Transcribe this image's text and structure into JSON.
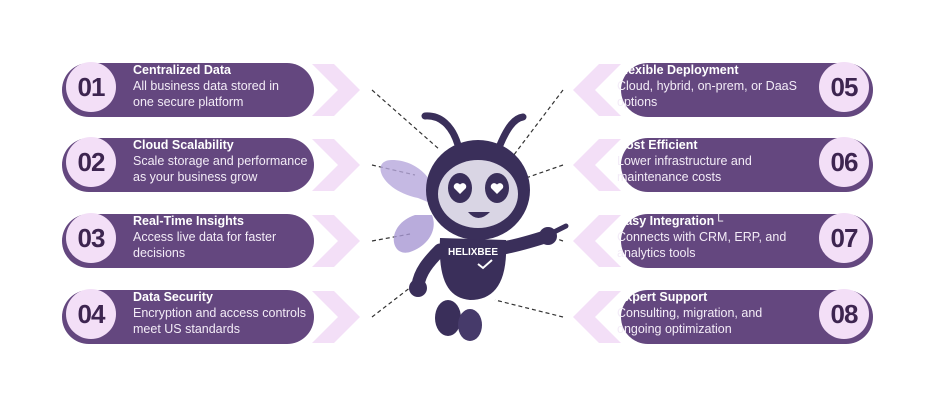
{
  "colors": {
    "pill": "#64477f",
    "badge": "#f3dff7",
    "chevron": "#f3dff7",
    "mascot": "#3a2f5a"
  },
  "mascot": {
    "label": "HELIXBEE"
  },
  "left_items": [
    {
      "number": "01",
      "title": "Centralized Data",
      "desc": [
        "All business data stored in",
        "one secure platform"
      ]
    },
    {
      "number": "02",
      "title": "Cloud Scalability",
      "desc": [
        "Scale storage and performance",
        "as your business grow"
      ]
    },
    {
      "number": "03",
      "title": "Real-Time Insights",
      "desc": [
        "Access live data for faster",
        "decisions"
      ]
    },
    {
      "number": "04",
      "title": "Data Security",
      "desc": [
        "Encryption and access controls",
        "meet US standards"
      ]
    }
  ],
  "right_items": [
    {
      "number": "05",
      "title": "Flexible Deployment",
      "desc": [
        "Cloud, hybrid, on-prem, or DaaS",
        "options"
      ]
    },
    {
      "number": "06",
      "title": "Cost Efficient",
      "desc": [
        "Lower infrastructure and",
        "maintenance costs"
      ]
    },
    {
      "number": "07",
      "title": "Easy Integration└",
      "desc": [
        "Connects with CRM, ERP, and",
        "analytics tools"
      ]
    },
    {
      "number": "08",
      "title": "Expert Support",
      "desc": [
        "Consulting, migration, and",
        "ongoing optimization"
      ]
    }
  ]
}
